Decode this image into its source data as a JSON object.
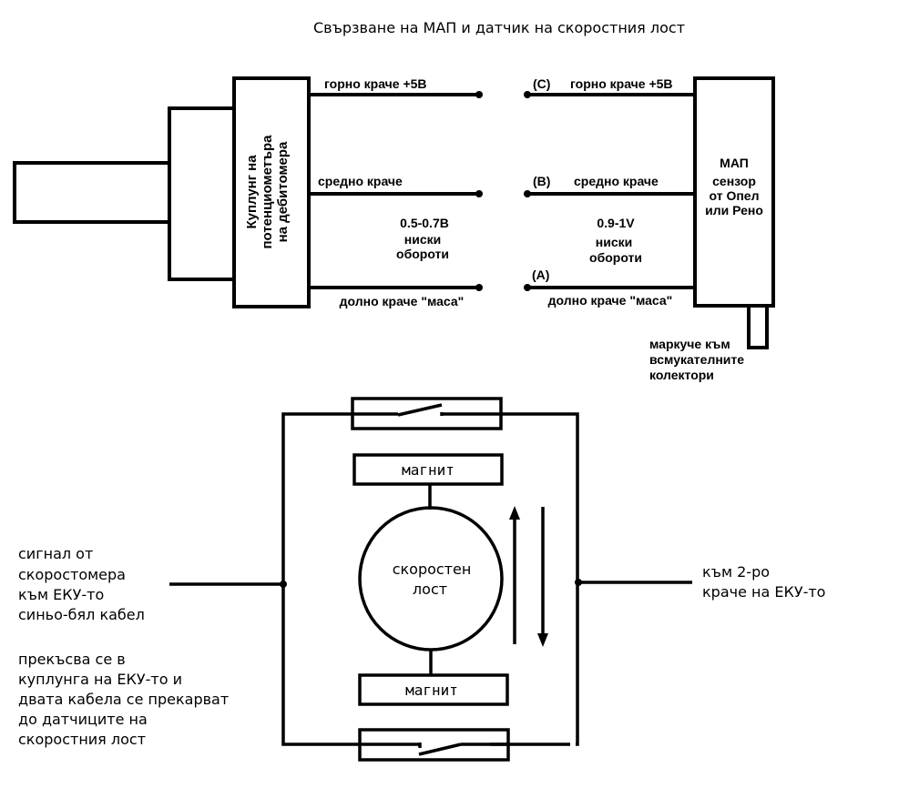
{
  "title": "Свързване на МАП и датчик на скоростния лост",
  "top_diagram": {
    "flowmeter_connector": {
      "label_lines": [
        "Куплунг на",
        "потенциометъра",
        "на дебитомера"
      ]
    },
    "left_wires": {
      "top": "горно краче +5В",
      "middle": "средно краче",
      "bottom": "долно краче \"маса\""
    },
    "left_voltage": [
      "0.5-0.7В",
      "ниски",
      "обороти"
    ],
    "right_wires": {
      "top": "горно краче +5В",
      "middle": "средно краче",
      "bottom": "долно краче \"маса\""
    },
    "pin_labels": {
      "c": "(C)",
      "b": "(B)",
      "a": "(A)"
    },
    "right_voltage": [
      "0.9-1V",
      "ниски",
      "обороти"
    ],
    "map_sensor": {
      "title": "МАП",
      "lines": [
        "сензор",
        "от Опел",
        "или Рено"
      ]
    },
    "hose_note": [
      "маркуче към",
      "всмукателните",
      "колектори"
    ]
  },
  "bottom_diagram": {
    "magnet_top": "магнит",
    "magnet_bottom": "магнит",
    "lever_label": [
      "скоростен",
      "лост"
    ],
    "left_signal_note": [
      "сигнал от",
      "скоростомера",
      "към ЕКУ-то",
      "синьо-бял кабел"
    ],
    "left_cut_note": [
      "прекъсва се в",
      "куплунга на ЕКУ-то и",
      "двата кабела се прекарват",
      "до датчиците на",
      "скоростния лост"
    ],
    "right_note": [
      "към 2-ро",
      "краче на ЕКУ-то"
    ]
  }
}
